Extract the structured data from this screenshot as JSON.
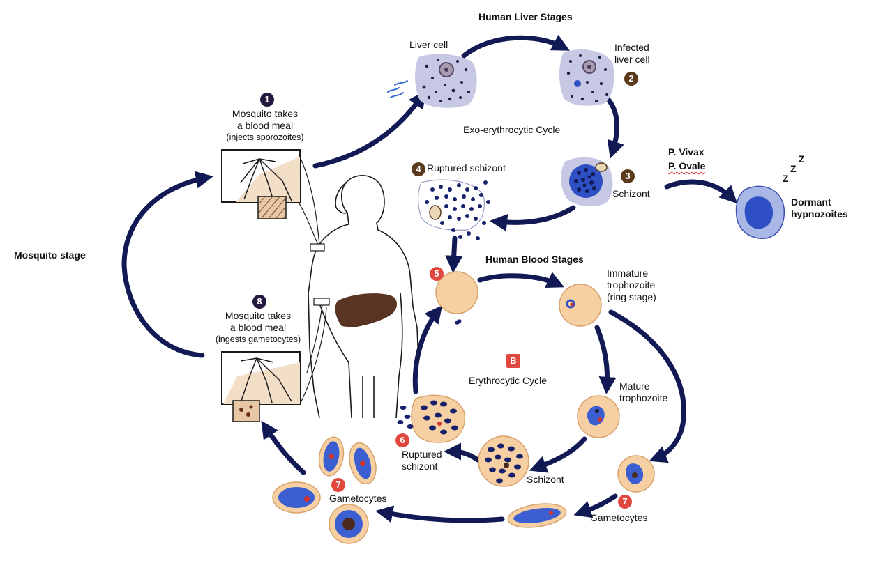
{
  "titles": {
    "liver": "Human Liver Stages",
    "blood": "Human Blood Stages",
    "mosquito": "Mosquito stage"
  },
  "cycles": {
    "exo": "Exo-erythrocytic Cycle",
    "erythro": "Erythrocytic Cycle",
    "erythro_badge": "B"
  },
  "steps": {
    "s1": {
      "num": "1",
      "line1": "Mosquito takes",
      "line2": "a blood meal",
      "line3": "(injects sporozoites)"
    },
    "s2": {
      "num": "2",
      "line1": "Infected",
      "line2": "liver cell"
    },
    "s3": {
      "num": "3",
      "label": "Schizont"
    },
    "s4": {
      "num": "4",
      "label": "Ruptured schizont"
    },
    "s5": {
      "num": "5"
    },
    "s6": {
      "num": "6",
      "line1": "Ruptured",
      "line2": "schizont"
    },
    "s7a": {
      "num": "7",
      "label": "Gametocytes"
    },
    "s7b": {
      "num": "7",
      "label": "Gametocytes"
    },
    "s8": {
      "num": "8",
      "line1": "Mosquito takes",
      "line2": "a blood meal",
      "line3": "(ingests gametocytes)"
    }
  },
  "cells": {
    "liver_cell": "Liver cell",
    "immature_line1": "Immature",
    "immature_line2": "trophozoite",
    "immature_line3": "(ring stage)",
    "mature_line1": "Mature",
    "mature_line2": "trophozoite",
    "blood_schizont": "Schizont"
  },
  "dormant": {
    "species1": "P. Vivax",
    "species2": "P. Ovale",
    "label_line1": "Dormant",
    "label_line2": "hypnozoites",
    "z1": "Z",
    "z2": "Z",
    "z3": "Z"
  },
  "colors": {
    "arrow": "#121a55",
    "liver_cell_fill": "#c7c8e4",
    "rbc_fill": "#f6cfa3",
    "rbc_stroke": "#d8a26c",
    "parasite": "#16206b",
    "hypnozoite": "#2f4fc4",
    "liver_organ": "#5a3422",
    "badge_red": "#e0483f"
  }
}
